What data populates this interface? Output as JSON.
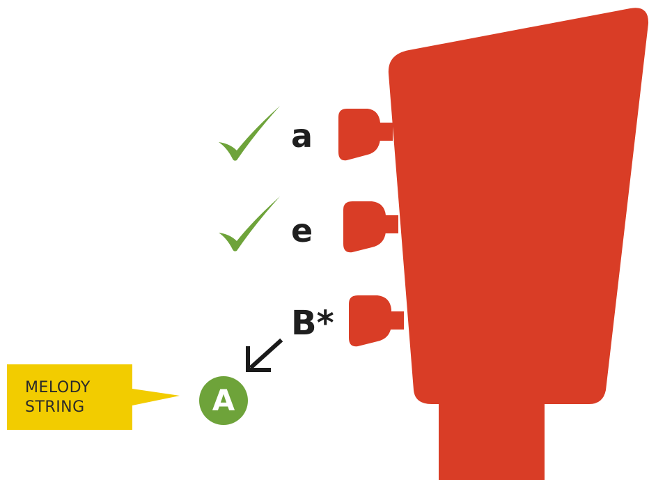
{
  "colors": {
    "headstock": "#d93d26",
    "check": "#6ea33a",
    "badge": "#6ea33a",
    "callout": "#f2cc00",
    "arrow": "#1a1a1a",
    "text": "#1f1f1f"
  },
  "strings": [
    {
      "note": "a",
      "checked": true,
      "icon": "check-icon"
    },
    {
      "note": "e",
      "checked": true,
      "icon": "check-icon"
    },
    {
      "note": "B*",
      "checked": false,
      "icon": "arrow-down-left-icon"
    }
  ],
  "retune": {
    "target_note": "A",
    "callout_lines": [
      "MELODY",
      "STRING"
    ]
  }
}
